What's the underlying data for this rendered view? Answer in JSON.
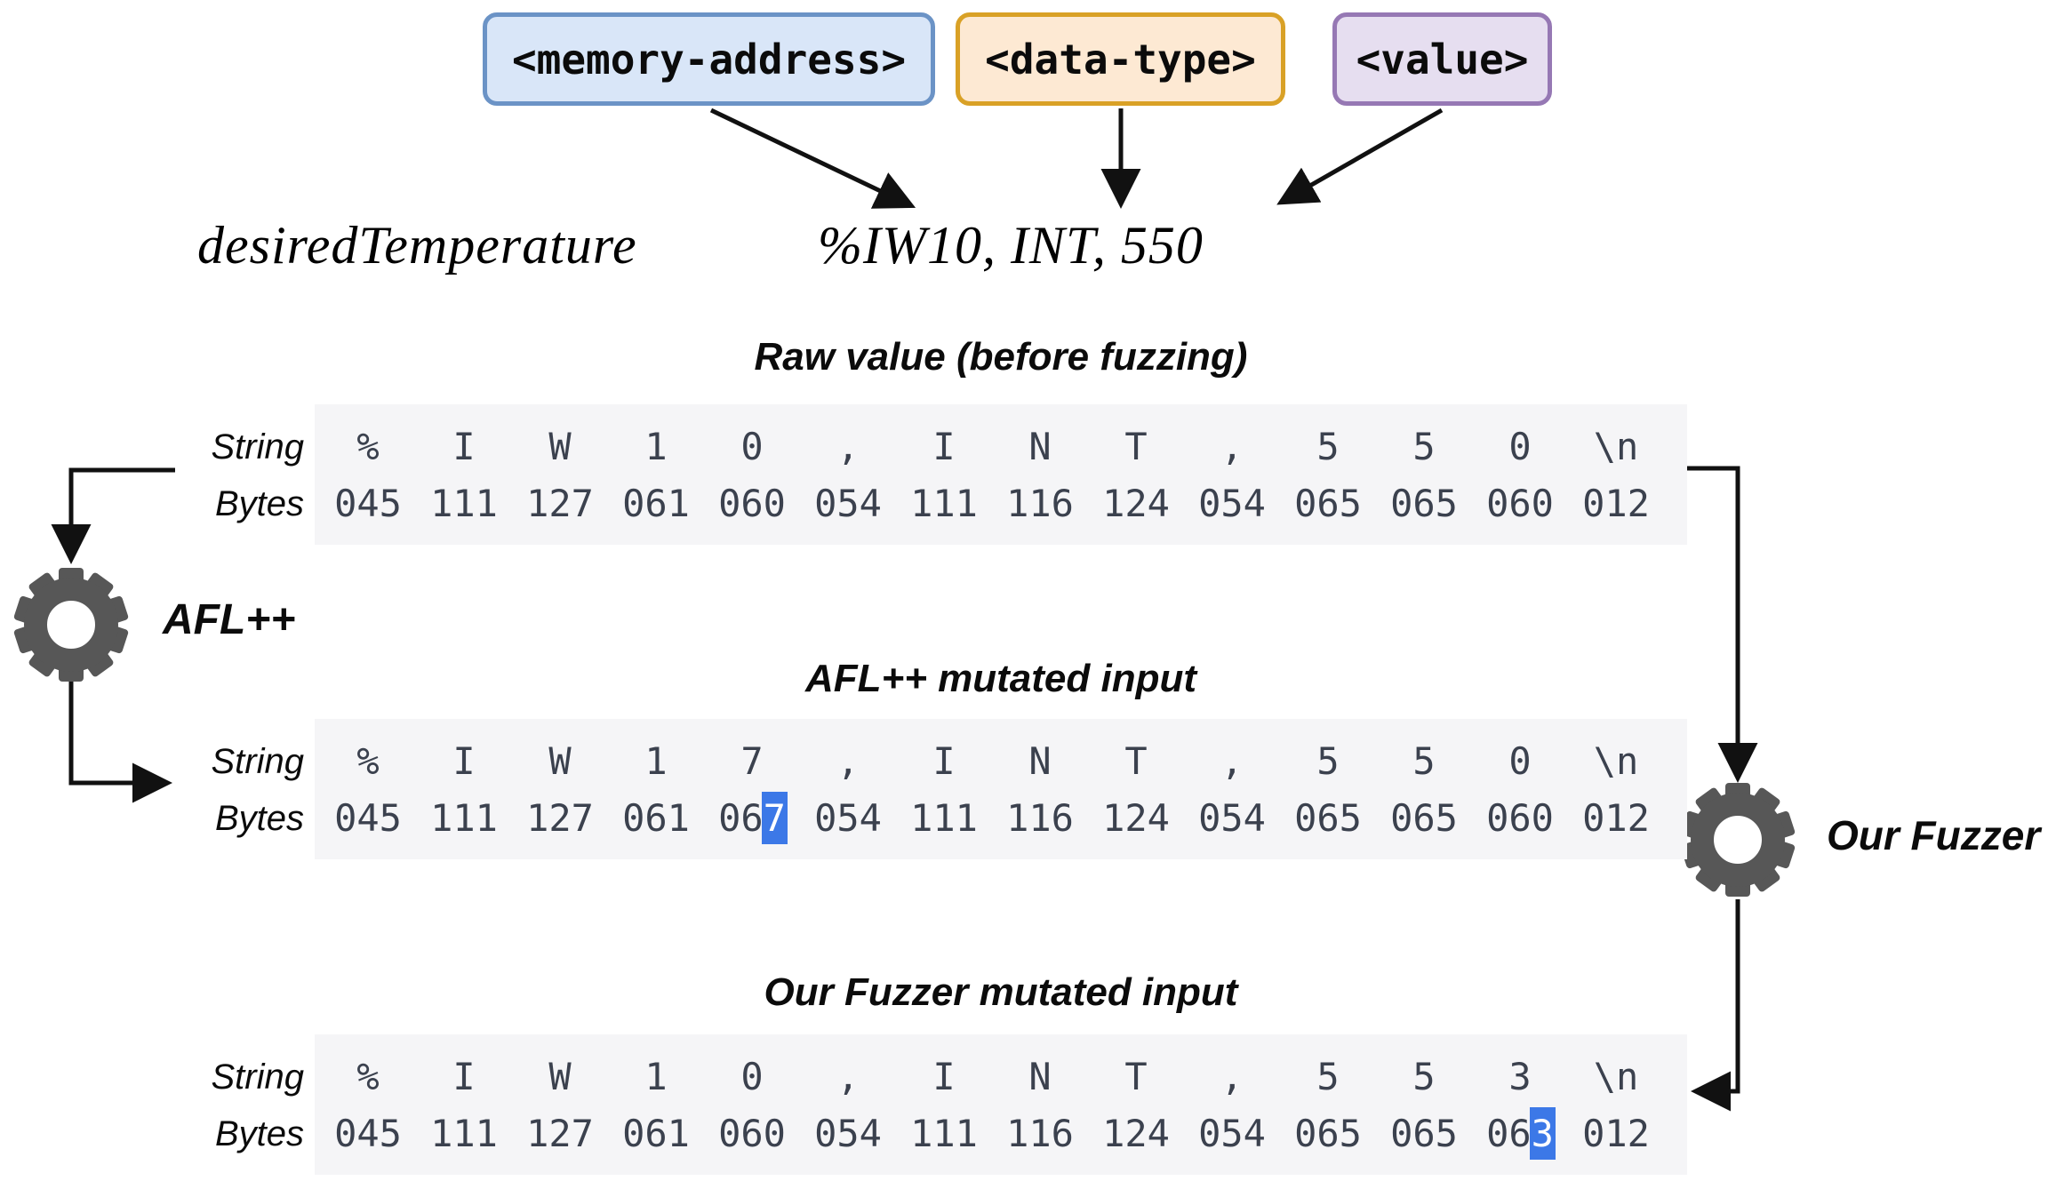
{
  "tokens": [
    {
      "label": "<memory-address>",
      "fill": "#d9e6f8",
      "border": "#6b93c6"
    },
    {
      "label": "<data-type>",
      "fill": "#fde9d3",
      "border": "#d9a126"
    },
    {
      "label": "<value>",
      "fill": "#e6def0",
      "border": "#9678b4"
    }
  ],
  "example": {
    "variable": "desiredTemperature",
    "value": "%IW10, INT, 550"
  },
  "fuzzers": {
    "left_label": "AFL++",
    "right_label": "Our Fuzzer",
    "icon": "gear-icon",
    "gear_color": "#575757"
  },
  "colors": {
    "table_background": "#f5f5f7",
    "mono_text": "#3b414e",
    "highlight_blue": "#3c78e7",
    "highlight_text": "#ffffff",
    "arrow_black": "#111111"
  },
  "tables": [
    {
      "title": "Raw value (before fuzzing)",
      "string_label": "String",
      "bytes_label": "Bytes",
      "string": [
        "%",
        "I",
        "W",
        "1",
        "0",
        ",",
        "I",
        "N",
        "T",
        ",",
        "5",
        "5",
        "0",
        "\\n"
      ],
      "bytes": [
        "045",
        "111",
        "127",
        "061",
        "060",
        "054",
        "111",
        "116",
        "124",
        "054",
        "065",
        "065",
        "060",
        "012"
      ],
      "highlight": null
    },
    {
      "title": "AFL++ mutated input",
      "string_label": "String",
      "bytes_label": "Bytes",
      "string": [
        "%",
        "I",
        "W",
        "1",
        "7",
        ",",
        "I",
        "N",
        "T",
        ",",
        "5",
        "5",
        "0",
        "\\n"
      ],
      "bytes": [
        "045",
        "111",
        "127",
        "061",
        "067",
        "054",
        "111",
        "116",
        "124",
        "054",
        "065",
        "065",
        "060",
        "012"
      ],
      "highlight": {
        "index": 4,
        "chars": 1
      }
    },
    {
      "title": "Our Fuzzer mutated input",
      "string_label": "String",
      "bytes_label": "Bytes",
      "string": [
        "%",
        "I",
        "W",
        "1",
        "0",
        ",",
        "I",
        "N",
        "T",
        ",",
        "5",
        "5",
        "3",
        "\\n"
      ],
      "bytes": [
        "045",
        "111",
        "127",
        "061",
        "060",
        "054",
        "111",
        "116",
        "124",
        "054",
        "065",
        "065",
        "063",
        "012"
      ],
      "highlight": {
        "index": 12,
        "chars": 1
      }
    }
  ]
}
